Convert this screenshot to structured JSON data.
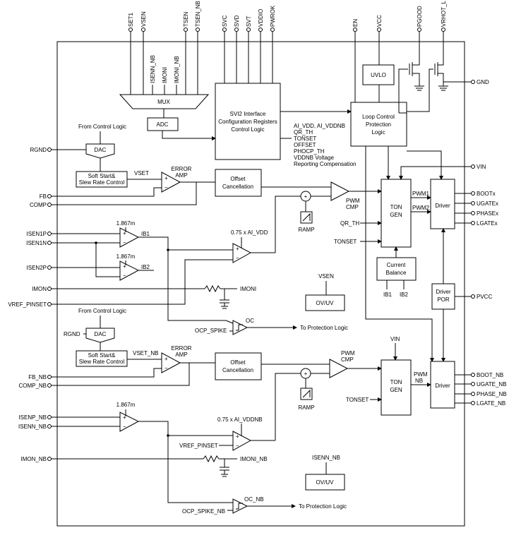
{
  "top_pins": [
    "SET1",
    "VSEN",
    "TSEN",
    "TSEN_NB",
    "SVC",
    "SVD",
    "SVT",
    "VDDIO",
    "PWROK",
    "EN",
    "VCC",
    "PGOOD",
    "VRHOT_L"
  ],
  "mux": {
    "label": "MUX",
    "inputs": [
      "ISENN_NB",
      "IMONI",
      "IMONI_NB"
    ]
  },
  "adc": "ADC",
  "svi2": {
    "l1": "SVI2 Interface",
    "l2": "Configuration Registers",
    "l3": "Control Logic"
  },
  "uvlo": "UVLO",
  "gnd": "GND",
  "loop": {
    "l1": "Loop Control",
    "l2": "Protection",
    "l3": "Logic"
  },
  "signals": [
    "AI_VDD, AI_VDDNB",
    "QR_TH",
    "TONSET",
    "OFFSET",
    "PHOCP_TH",
    "VDDNB Voltage",
    "Reporting Compensation"
  ],
  "vdd": {
    "from_ctrl": "From Control Logic",
    "rgnd": "RGND",
    "dac": "DAC",
    "ss1": "Soft Start&",
    "ss2": "Slew Rate Control",
    "vset": "VSET",
    "err1": "ERROR",
    "err2": "AMP",
    "fb": "FB",
    "comp": "COMP",
    "off1": "Offset",
    "off2": "Cancellation",
    "pwm1": "PWM",
    "pwm2": "CMP",
    "ramp": "RAMP",
    "ton1": "TON",
    "ton2": "GEN",
    "qrth": "QR_TH",
    "tonset": "TONSET",
    "pwm_1": "PWM1",
    "pwm_2": "PWM2",
    "driver": "Driver",
    "vin": "VIN",
    "outs": [
      "BOOTx",
      "UGATEx",
      "PHASEx",
      "LGATEx"
    ],
    "cb1": "Current",
    "cb2": "Balance",
    "ib1": "IB1",
    "ib2": "IB2",
    "drvpor1": "Driver",
    "drvpor2": "POR",
    "pvcc": "PVCC",
    "gain": "1.867m",
    "gain2": "1.867m",
    "isen1p": "ISEN1P",
    "isen1n": "ISEN1N",
    "isen2p": "ISEN2P",
    "ib1o": "IB1",
    "ib2o": "IB2",
    "ai": "0.75 x AI_VDD",
    "imon": "IMON",
    "imoni": "IMONI",
    "vref": "VREF_PINSET",
    "vsen": "VSEN",
    "ovuv": "OV/UV",
    "oc": "OC",
    "ocp": "OCP_SPIKE",
    "prot": "To Protection Logic"
  },
  "nb": {
    "from_ctrl": "From Control Logic",
    "rgnd": "RGND",
    "dac": "DAC",
    "ss1": "Soft Start&",
    "ss2": "Slew Rate Control",
    "vset": "VSET_NB",
    "err1": "ERROR",
    "err2": "AMP",
    "fb": "FB_NB",
    "comp": "COMP_NB",
    "off1": "Offset",
    "off2": "Cancellation",
    "pwm1": "PWM",
    "pwm2": "CMP",
    "ramp": "RAMP",
    "vin": "VIN",
    "ton1": "TON",
    "ton2": "GEN",
    "tonset": "TONSET",
    "pwm_1": "PWM",
    "pwm_2": "NB",
    "driver": "Driver",
    "outs": [
      "BOOT_NB",
      "UGATE_NB",
      "PHASE_NB",
      "LGATE_NB"
    ],
    "gain": "1.867m",
    "isenp": "ISENP_NB",
    "isenn": "ISENN_NB",
    "ai": "0.75 x AI_VDDNB",
    "vref": "VREF_PINSET",
    "imon": "IMON_NB",
    "imoni": "IMONI_NB",
    "isenn2": "ISENN_NB",
    "ovuv": "OV/UV",
    "oc": "OC_NB",
    "ocp": "OCP_SPIKE_NB",
    "prot": "To Protection Logic"
  }
}
